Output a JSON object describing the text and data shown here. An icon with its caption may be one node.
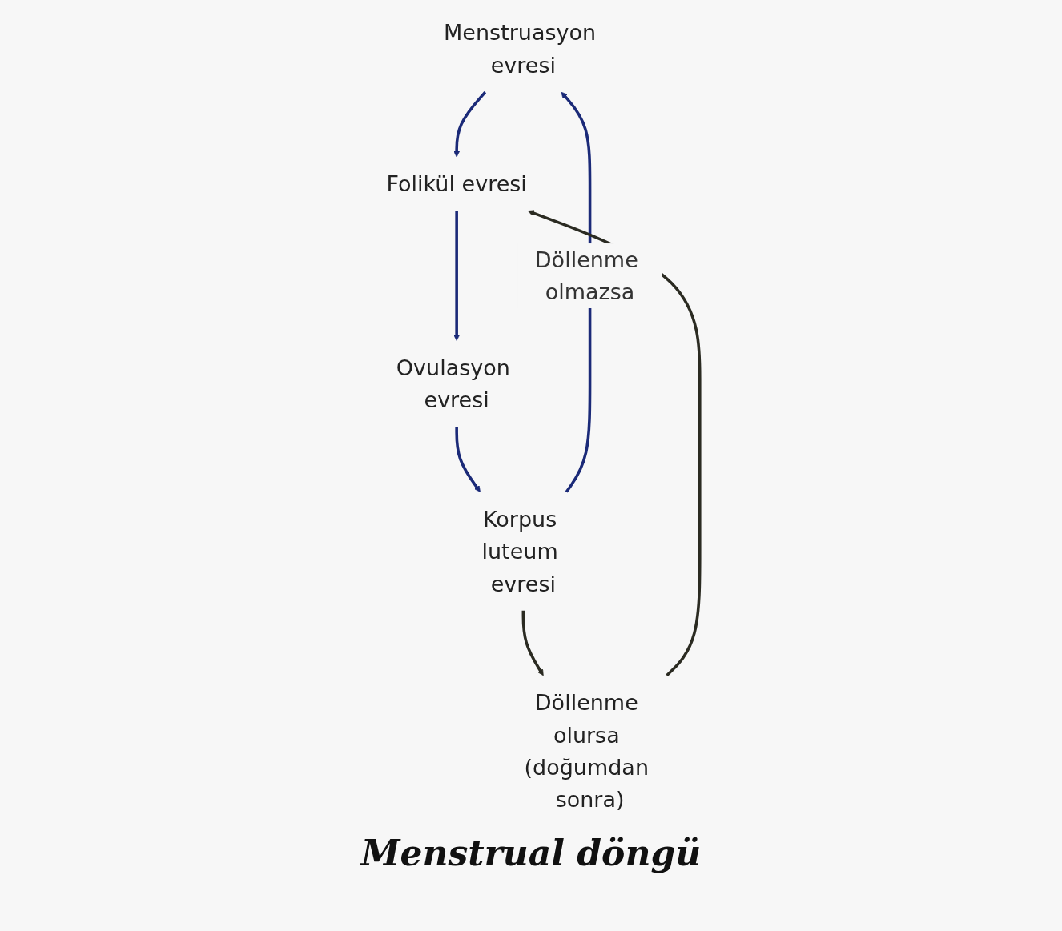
{
  "diagram": {
    "caption": "Menstrual döngü",
    "nodes": [
      {
        "text": [
          "Menstruasyon evresi"
        ]
      },
      {
        "text": [
          "Döllenme olursa (doğumdan sonra)"
        ]
      },
      {
        "text": [
          "Korpus luteum evresi"
        ]
      },
      {
        "text": [
          "Folikül evresi"
        ]
      },
      {
        "text": [
          "Ovulasyon evresi"
        ]
      }
    ],
    "edges": [
      {
        "from": 0,
        "to": 3,
        "arrow": "to"
      },
      {
        "from": 3,
        "to": 4,
        "arrow": "to"
      },
      {
        "from": 4,
        "to": 2,
        "arrow": "to"
      },
      {
        "from": 2,
        "to": 0,
        "arrow": "to",
        "label": "Döllenme olmazsa"
      },
      {
        "from": 2,
        "to": 1,
        "arrow": "to",
        "color": "#2b2b22"
      },
      {
        "from": 1,
        "to": 3,
        "arrow": "to",
        "color": "#2b2b22"
      }
    ]
  }
}
